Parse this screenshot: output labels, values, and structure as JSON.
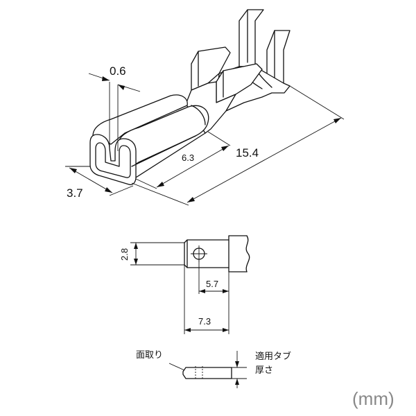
{
  "dimensions": {
    "thickness": "0.6",
    "width": "3.7",
    "receptacle_length": "6.3",
    "overall_length": "15.4",
    "tab_width": "2.8",
    "hole_position": "5.7",
    "tab_length": "7.3"
  },
  "labels": {
    "chamfer": "面取り",
    "tab_thickness_line1": "適用タブ",
    "tab_thickness_line2": "厚さ"
  },
  "unit": "(mm)"
}
